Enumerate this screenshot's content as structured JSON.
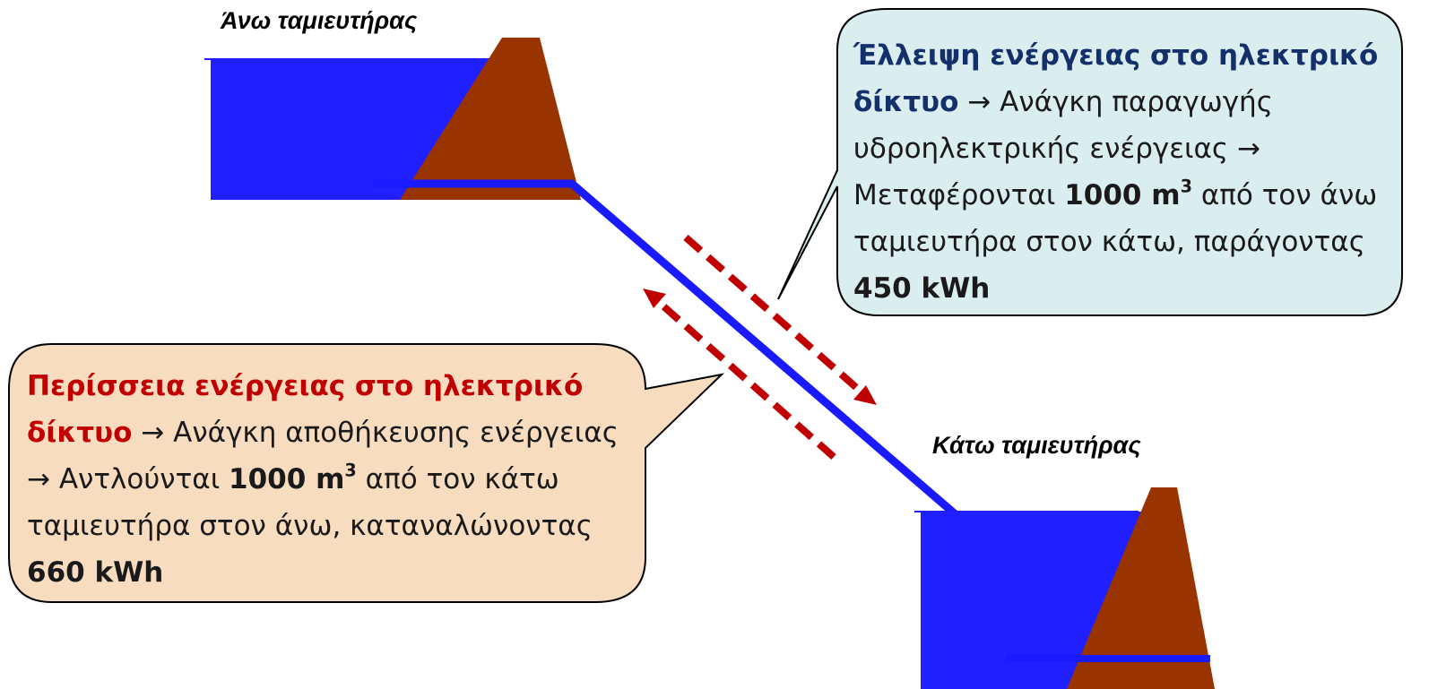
{
  "reservoirs": {
    "upper_label": "Άνω ταμιευτήρας",
    "lower_label": "Κάτω ταμιευτήρας"
  },
  "callouts": {
    "generation": {
      "highlight": "Έλλειψη ενέργειας στο ηλεκτρικό δίκτυο",
      "arrow_1": "→",
      "text_1": "Ανάγκη παραγωγής υδροηλεκτρικής ενέργειας",
      "arrow_2": "→",
      "text_2": "Μεταφέρονται",
      "volume": "1000 m",
      "volume_exp": "3",
      "text_3": "από τον άνω ταμιευτήρα στον κάτω, παράγοντας",
      "energy": "450 kWh"
    },
    "storage": {
      "highlight": "Περίσσεια ενέργειας στο ηλεκτρικό δίκτυο",
      "arrow_1": "→",
      "text_1": "Ανάγκη αποθήκευσης ενέργειας",
      "arrow_2": "→",
      "text_2": "Αντλούνται",
      "volume": "1000 m",
      "volume_exp": "3",
      "text_3": "από τον κάτω ταμιευτήρα στον άνω, καταναλώνοντας",
      "energy": "660 kWh"
    }
  },
  "colors": {
    "water": "#1f1fff",
    "dam": "#993300",
    "pipe": "#1a1aff",
    "flow_arrow": "#c00000",
    "callout_generation_fill": "#daeef0",
    "callout_storage_fill": "#f8dcc0",
    "callout_generation_highlight": "#13306b",
    "callout_storage_highlight": "#c00000"
  }
}
